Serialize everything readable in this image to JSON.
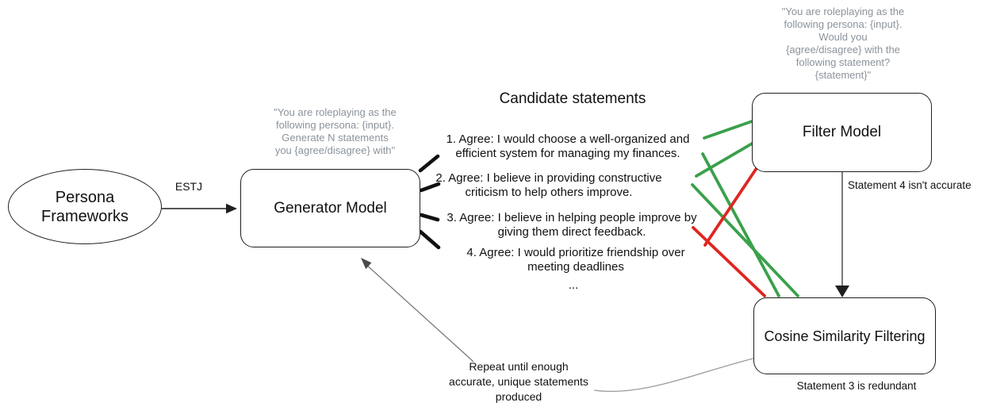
{
  "diagram": {
    "title": "Candidate statements",
    "persona_node": "Persona\nFrameworks",
    "generator_node": "Generator Model",
    "filter_node": "Filter Model",
    "cosine_node": "Cosine Similarity Filtering",
    "estj_label": "ESTJ",
    "generator_prompt": "\"You are roleplaying as the\nfollowing persona: {input}.\nGenerate N statements\nyou {agree/disagree} with\"",
    "filter_prompt": "\"You are roleplaying as the\nfollowing persona: {input}.\nWould you\n{agree/disagree} with the\nfollowing statement?\n{statement}\"",
    "statements": [
      "1. Agree: I would choose a well-organized and\nefficient system for managing my finances.",
      "2. Agree: I believe in providing constructive\ncriticism to help others improve.",
      "3. Agree: I believe in helping people improve by\ngiving them direct feedback.",
      "4. Agree: I would prioritize friendship over\nmeeting deadlines"
    ],
    "ellipsis": "...",
    "filter_note": "Statement 4 isn't accurate",
    "cosine_note": "Statement 3 is redundant",
    "repeat_note": "Repeat until enough\naccurate, unique statements\nproduced"
  },
  "colors": {
    "green": "#3aa04b",
    "red": "#df2620",
    "gray_text": "#8b939b"
  }
}
